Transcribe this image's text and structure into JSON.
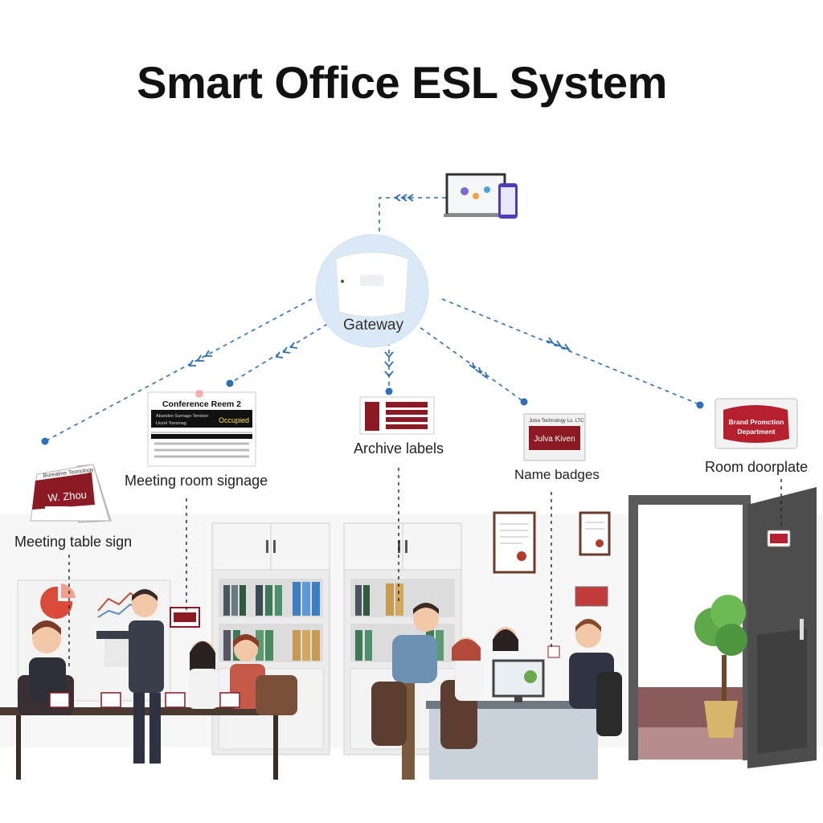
{
  "title": "Smart Office ESL System",
  "gateway": {
    "label": "Gateway"
  },
  "devices": {
    "meeting_table_sign": {
      "label": "Meeting table sign",
      "name_on_sign": "W. Zhou"
    },
    "meeting_room_signage": {
      "label": "Meeting room signage",
      "room_name": "Conference Reem 2",
      "status": "Occupied"
    },
    "archive_labels": {
      "label": "Archive labels"
    },
    "name_badges": {
      "label": "Name badges",
      "badge_name": "Julva Kiven"
    },
    "room_doorplate": {
      "label": "Room doorplate",
      "plate_text_1": "Brand Promction",
      "plate_text_2": "Department"
    }
  },
  "colors": {
    "accent": "#8b1a24",
    "link": "#2f6fb5",
    "gateway_halo": "#dbe9f7"
  }
}
